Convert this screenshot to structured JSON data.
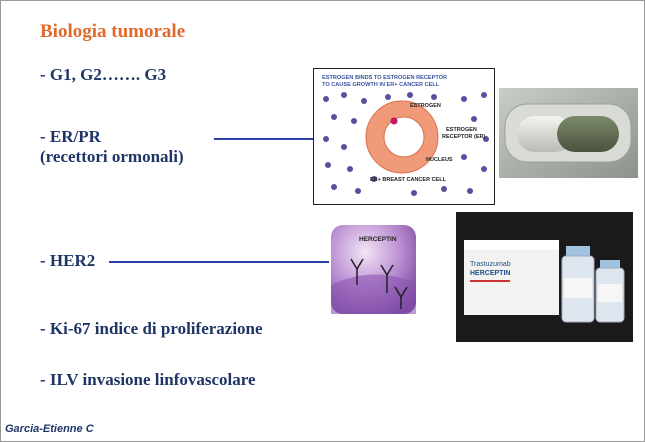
{
  "slide": {
    "title": "Biologia tumorale",
    "bullets": {
      "grade": "- G1, G2……. G3",
      "er_pr": "- ER/PR",
      "er_pr_sub": "(recettori ormonali)",
      "her2": "- HER2",
      "ki67": "- Ki-67 indice di proliferazione",
      "ilv": "- ILV invasione linfovascolare"
    },
    "footer": "Garcia-Etienne C"
  },
  "estrogen_figure": {
    "caption_line1": "ESTROGEN BINDS TO ESTROGEN RECEPTOR",
    "caption_line2": "TO CAUSE GROWTH IN ER+ CANCER CELL",
    "label_estrogen": "ESTROGEN",
    "label_receptor_1": "ESTROGEN",
    "label_receptor_2": "RECEPTOR (ER)",
    "label_nucleus": "NUCLEUS",
    "label_cell": "ER+ BREAST CANCER CELL"
  },
  "herceptin_figure": {
    "label": "HERCEPTIN"
  },
  "herceptin_photo": {
    "box_line1": "Trastuzumab",
    "box_line2": "HERCEPTIN"
  },
  "colors": {
    "title": "#e06a2b",
    "body_text": "#1f3566",
    "connector": "#2b3fa6"
  }
}
